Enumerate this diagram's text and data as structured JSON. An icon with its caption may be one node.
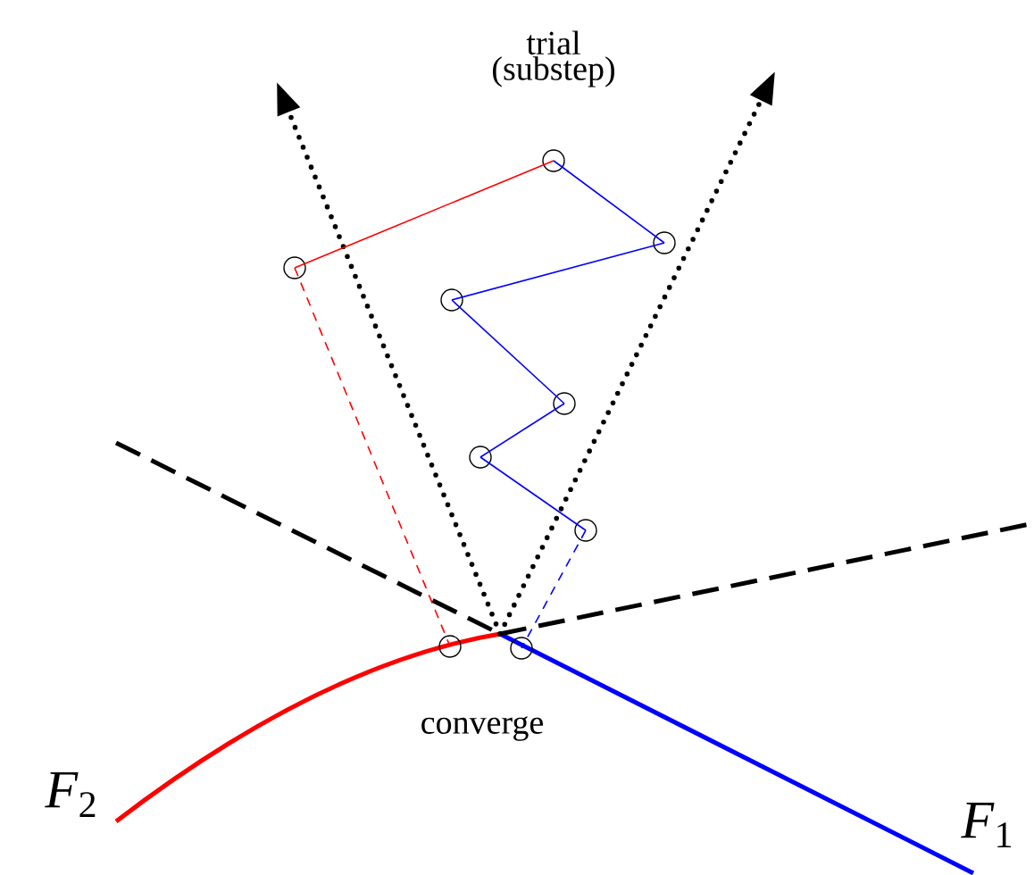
{
  "diagram": {
    "nodes": [
      {
        "text": [],
        "shape": "circle"
      },
      {
        "text": [],
        "shape": "circle"
      },
      {
        "text": [],
        "shape": "circle"
      },
      {
        "text": [],
        "shape": "circle"
      },
      {
        "text": [],
        "shape": "circle"
      },
      {
        "text": [],
        "shape": "circle"
      },
      {
        "text": [],
        "shape": "circle"
      },
      {
        "text": [],
        "shape": "circle"
      },
      {
        "text": [],
        "shape": "circle"
      }
    ],
    "edges": [
      {
        "from": 2,
        "to": 0,
        "arrow": "none",
        "color": "#ff0000"
      },
      {
        "from": 0,
        "to": 1,
        "arrow": "none"
      },
      {
        "from": 1,
        "to": 3,
        "arrow": "none"
      },
      {
        "from": 3,
        "to": 4,
        "arrow": "none"
      },
      {
        "from": 4,
        "to": 5,
        "arrow": "none"
      },
      {
        "from": 5,
        "to": 6,
        "arrow": "none"
      },
      {
        "from": 2,
        "to": 7,
        "arrow": "none",
        "style": "dashed",
        "color": "#ff0000"
      },
      {
        "from": 6,
        "to": 8,
        "arrow": "none",
        "style": "dashed"
      }
    ],
    "labels": [
      "trial (substep)",
      "converge",
      "*F*$_{2}$",
      "*F*$_{1}$"
    ]
  }
}
